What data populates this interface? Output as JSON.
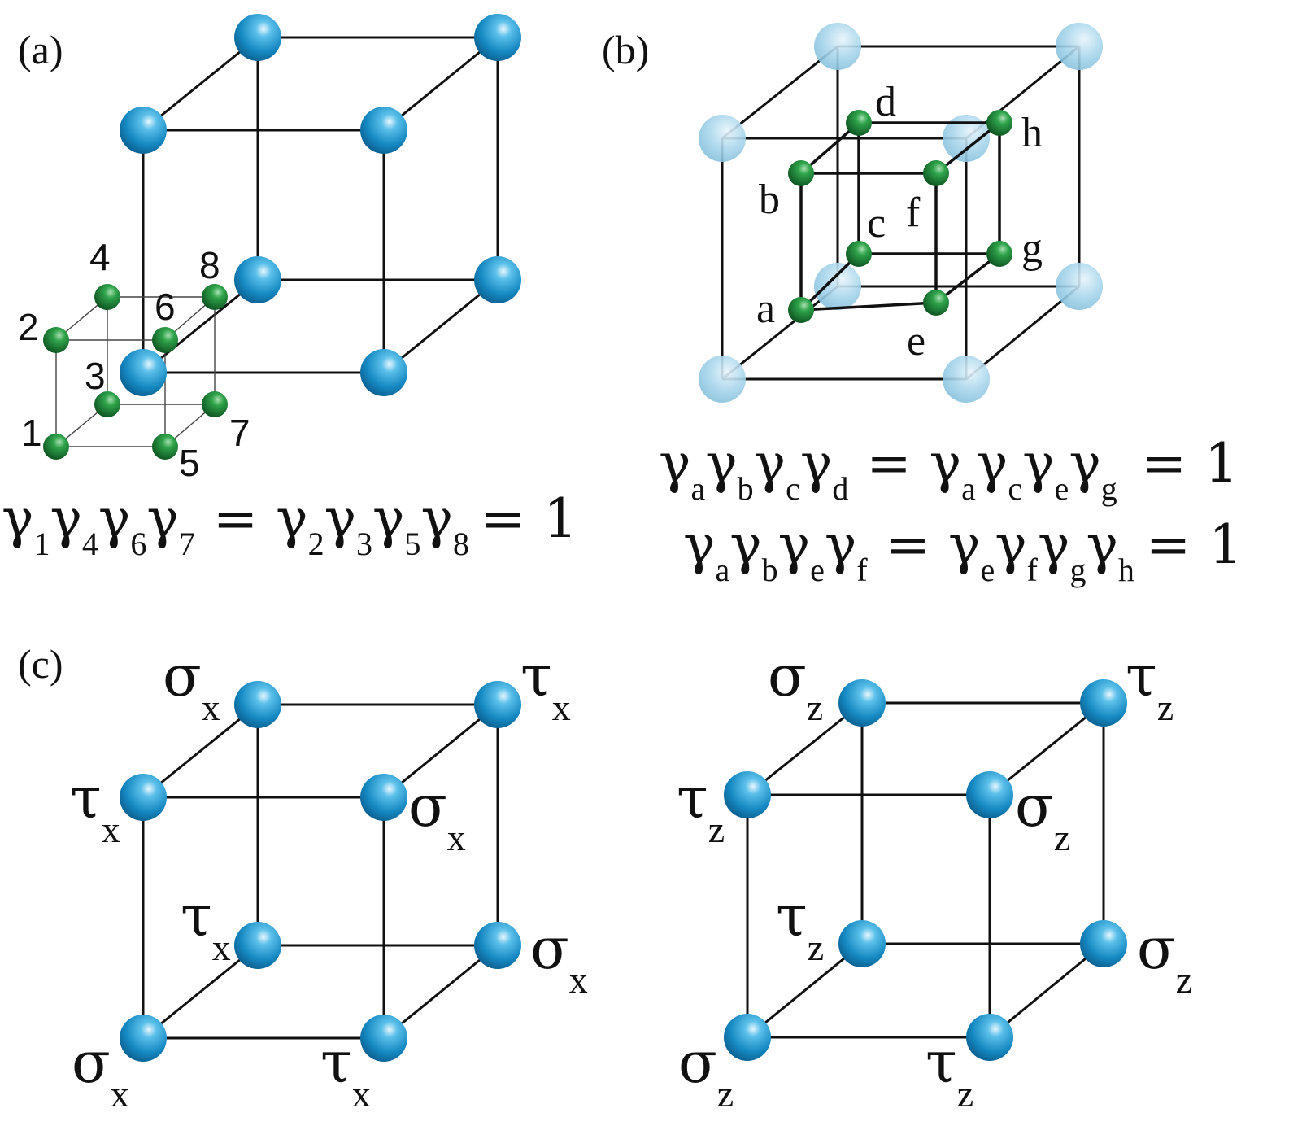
{
  "panels": {
    "a": {
      "label": "(a)",
      "sites": {
        "s1": "1",
        "s2": "2",
        "s3": "3",
        "s4": "4",
        "s5": "5",
        "s6": "6",
        "s7": "7",
        "s8": "8"
      },
      "equation": {
        "gamma": "γ",
        "eq_sign": "=",
        "one": "1",
        "lhs_subs": [
          "1",
          "4",
          "6",
          "7"
        ],
        "rhs_subs": [
          "2",
          "3",
          "5",
          "8"
        ]
      }
    },
    "b": {
      "label": "(b)",
      "sites": {
        "a": "a",
        "b": "b",
        "c": "c",
        "d": "d",
        "e": "e",
        "f": "f",
        "g": "g",
        "h": "h"
      },
      "equation1": {
        "gamma": "γ",
        "eq_sign": "=",
        "one": "1",
        "lhs_subs": [
          "a",
          "b",
          "c",
          "d"
        ],
        "rhs_subs": [
          "a",
          "c",
          "e",
          "g"
        ]
      },
      "equation2": {
        "gamma": "γ",
        "eq_sign": "=",
        "one": "1",
        "lhs_subs": [
          "a",
          "b",
          "e",
          "f"
        ],
        "rhs_subs": [
          "e",
          "f",
          "g",
          "h"
        ]
      }
    },
    "c": {
      "label": "(c)",
      "sigma": "σ",
      "tau": "τ",
      "left_sub": "x",
      "right_sub": "z"
    }
  },
  "colors": {
    "atom_blue": "#1a8fc7",
    "atom_blue_light": "#9fd0e8",
    "atom_green": "#1f8a3a",
    "edge": "#111111"
  }
}
